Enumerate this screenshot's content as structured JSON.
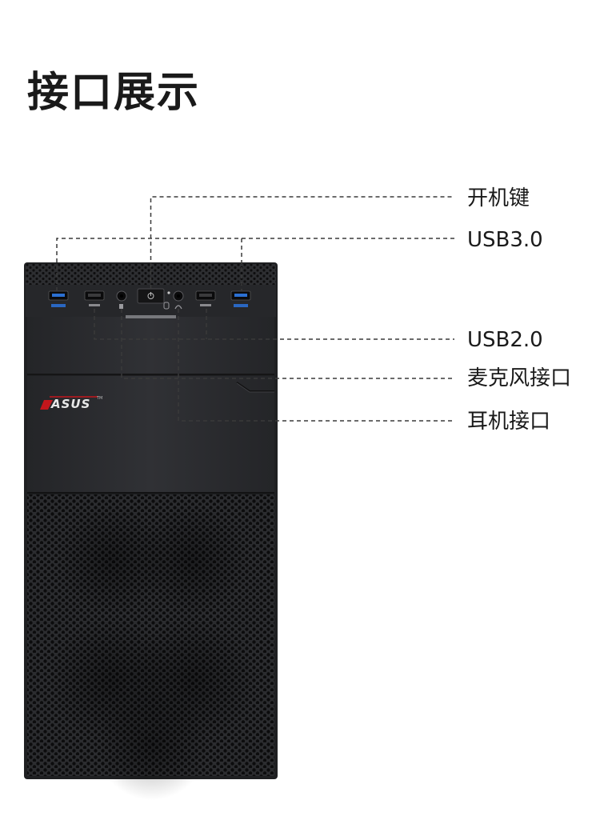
{
  "title": "接口展示",
  "labels": {
    "power_button": "开机键",
    "usb3": "USB3.0",
    "usb2": "USB2.0",
    "mic": "麦克风接口",
    "headphone": "耳机接口"
  },
  "product": {
    "brand_logo": "ASUS",
    "case_color": "#2a2b2e"
  }
}
